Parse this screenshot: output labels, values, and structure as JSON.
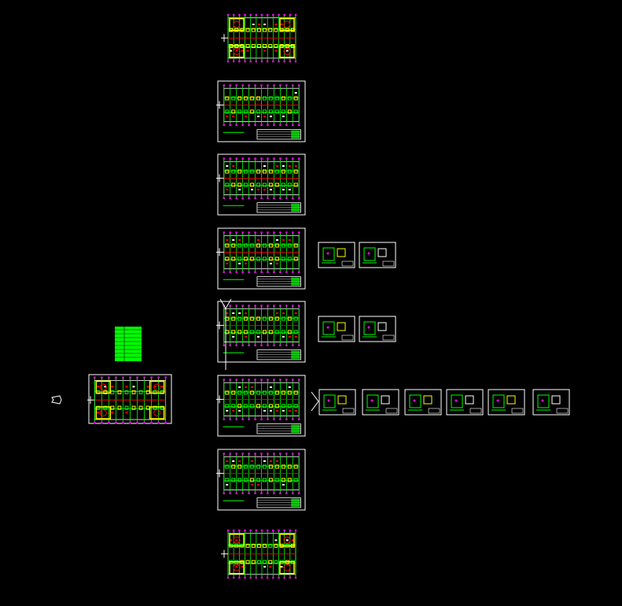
{
  "viewport": {
    "background": "#000000",
    "description_colors": {
      "frame": "#ffffff",
      "walls": "#00ff00",
      "axis": "#ff0000",
      "columns": "#ffff00",
      "dimensions": "#ff00ff",
      "accent": "#00ffff"
    }
  },
  "sheets": {
    "main_column_count": 8,
    "detail_row_counts": [
      2,
      2,
      6
    ],
    "overview_plan_count": 1
  }
}
